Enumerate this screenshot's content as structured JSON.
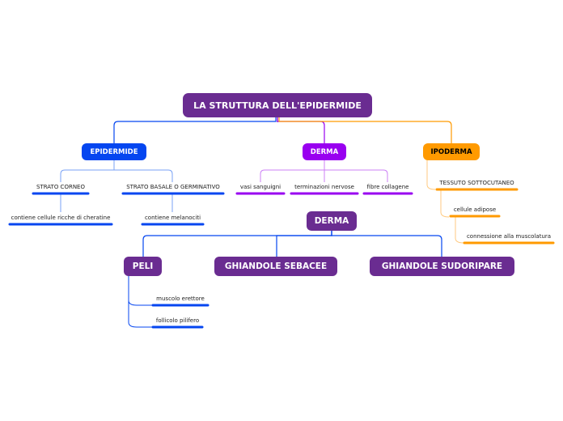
{
  "root": {
    "label": "LA STRUTTURA DELL'EPIDERMIDE",
    "color": "#6a2c91"
  },
  "branches": {
    "epidermide": {
      "label": "EPIDERMIDE",
      "color": "#0546f0",
      "children": {
        "strato_corneo": {
          "label": "STRATO CORNEO",
          "detail": "contiene cellule ricche di cheratine"
        },
        "strato_basale": {
          "label": "STRATO BASALE O GERMINATIVO",
          "detail": "contiene melanociti"
        }
      }
    },
    "derma": {
      "label": "DERMA",
      "color": "#9900f0",
      "children": [
        "vasi sanguigni",
        "terminazioni nervose",
        "fibre collagene"
      ]
    },
    "ipoderma": {
      "label": "IPODERMA",
      "color": "#ff9a00",
      "children": [
        "TESSUTO SOTTOCUTANEO",
        "cellule adipose",
        "connessione alla muscolatura"
      ]
    }
  },
  "derma_section": {
    "label": "DERMA",
    "color": "#6a2c91",
    "peli": {
      "label": "PELI",
      "children": [
        "muscolo erettore",
        "follicolo pilifero"
      ]
    },
    "sebacee": {
      "label": "GHIANDOLE SEBACEE"
    },
    "sudoripare": {
      "label": "GHIANDOLE SUDORIPARE"
    }
  },
  "colors": {
    "leaf_blue": "#0546f0",
    "leaf_purple": "#9900f0",
    "leaf_orange": "#ff9a00",
    "link_light_blue": "#7aa2f5",
    "link_light_purple": "#cc80f5",
    "link_light_orange": "#ffca80"
  }
}
